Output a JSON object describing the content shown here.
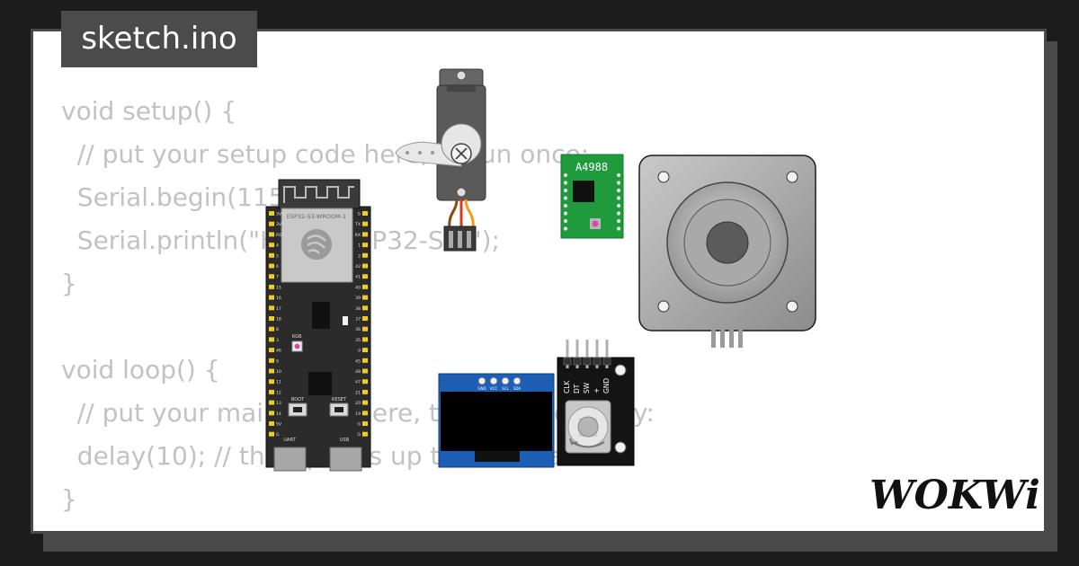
{
  "file_tab": {
    "label": "sketch.ino"
  },
  "code_lines": [
    "void setup() {",
    "  // put your setup code here, to run once:",
    "  Serial.begin(115200);",
    "  Serial.println(\"Hello, ESP32-S3!\");",
    "}",
    "",
    "void loop() {",
    "  // put your main code here, to run repeatedly:",
    "  delay(10); // this speeds up the simulation",
    "}"
  ],
  "esp32": {
    "module": "ESP32-S3-WROOM-1",
    "left_pins": [
      "3V3",
      "3V3",
      "RST",
      "4",
      "5",
      "6",
      "7",
      "15",
      "16",
      "17",
      "18",
      "8",
      "3",
      "46",
      "9",
      "10",
      "11",
      "12",
      "13",
      "14",
      "5V",
      "G"
    ],
    "right_pins": [
      "G",
      "TX",
      "RX",
      "1",
      "2",
      "42",
      "41",
      "40",
      "39",
      "38",
      "37",
      "36",
      "35",
      "0",
      "45",
      "48",
      "47",
      "21",
      "20",
      "19",
      "G",
      "G"
    ],
    "rgb_label": "RGB",
    "boot_label": "BOOT",
    "reset_label": "RESET",
    "uart_label": "UART",
    "usb_label": "USB"
  },
  "a4988": {
    "label": "A4988"
  },
  "oled": {
    "pins": [
      "GND",
      "VCC",
      "SCL",
      "SDA"
    ]
  },
  "encoder": {
    "pins": [
      "CLK",
      "DT",
      "SW",
      "+",
      "GND"
    ]
  },
  "logo": {
    "text": "WOKWi"
  },
  "colors": {
    "background": "#1c1c1c",
    "card": "#ffffff",
    "tab": "#4b4b4b",
    "code_text": "#c2c2c2",
    "esp_board": "#2b2b2b",
    "pin_gold": "#f2cc1f",
    "a4988_green": "#1f9a3c",
    "oled_blue": "#1d5fb5",
    "servo_gray": "#555555",
    "stepper_gray": "#9a9a9a"
  }
}
